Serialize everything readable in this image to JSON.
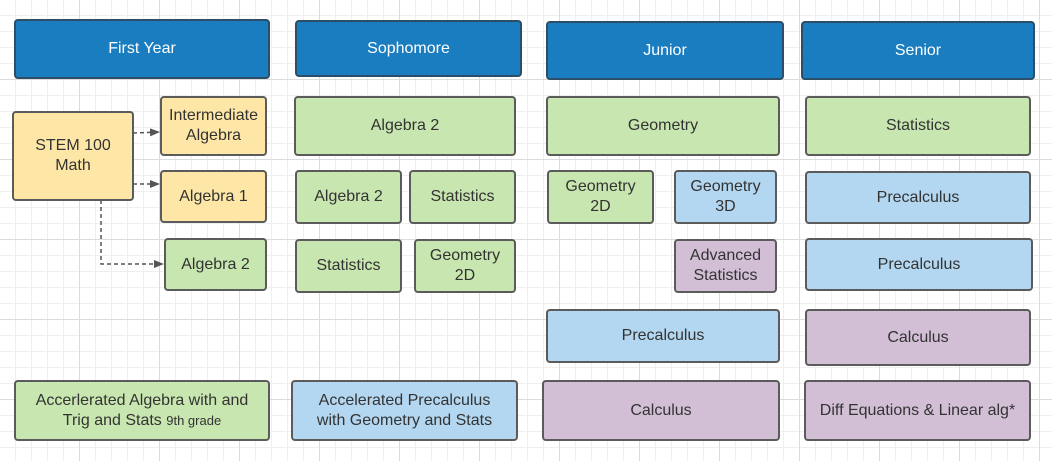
{
  "headers": {
    "first_year": "First Year",
    "sophomore": "Sophomore",
    "junior": "Junior",
    "senior": "Senior"
  },
  "first_year": {
    "stem": "STEM 100\nMath",
    "intermediate_algebra": "Intermediate\nAlgebra",
    "algebra_1": "Algebra 1",
    "algebra_2": "Algebra 2",
    "accelerated_main": "Accerlerated Algebra with and\nTrig and Stats ",
    "accelerated_note": "9th grade"
  },
  "sophomore": {
    "algebra_2_wide": "Algebra 2",
    "algebra_2": "Algebra 2",
    "statistics_a": "Statistics",
    "statistics_b": "Statistics",
    "geometry_2d": "Geometry\n2D",
    "accelerated": "Accelerated Precalculus\nwith Geometry and Stats"
  },
  "junior": {
    "geometry": "Geometry",
    "geometry_2d": "Geometry\n2D",
    "geometry_3d": "Geometry\n3D",
    "advanced_statistics": "Advanced\nStatistics",
    "precalculus": "Precalculus",
    "calculus": "Calculus"
  },
  "senior": {
    "statistics": "Statistics",
    "precalculus_a": "Precalculus",
    "precalculus_b": "Precalculus",
    "calculus": "Calculus",
    "diff_eq": "Diff Equations & Linear alg*"
  },
  "colors": {
    "header": "#1a7dbf",
    "green": "#c8e6af",
    "yellow": "#fde6a6",
    "blue": "#b3d7f0",
    "purple": "#d2bfd6"
  }
}
